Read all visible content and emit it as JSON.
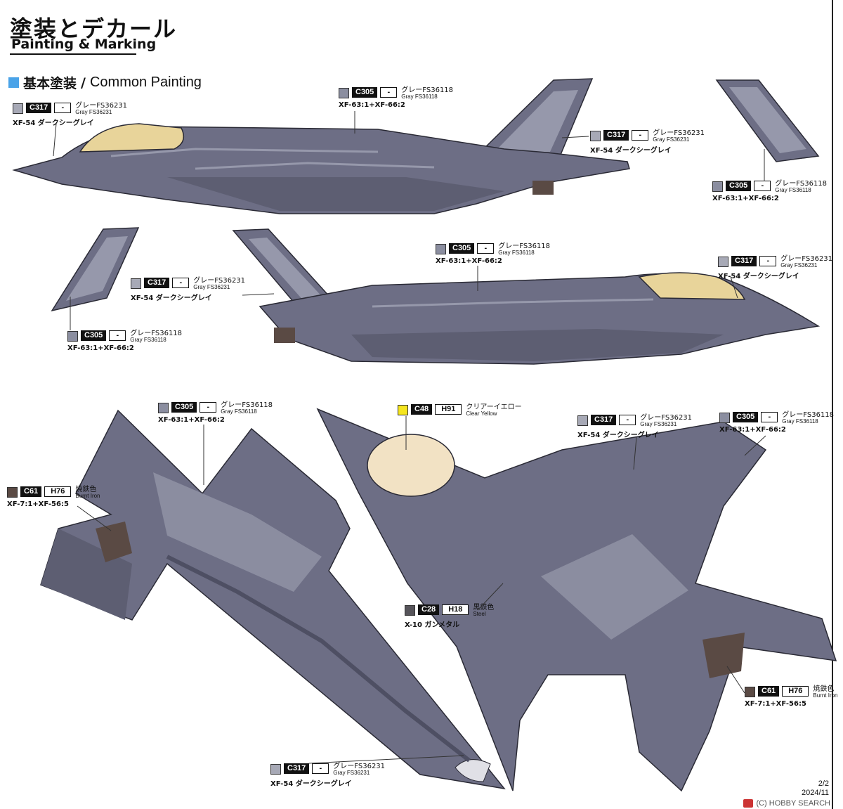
{
  "header": {
    "title_jp": "塗装とデカール",
    "title_en": "Painting & Marking"
  },
  "section": {
    "title_jp": "基本塗装",
    "separator": "/",
    "title_en": "Common Painting",
    "accent_color": "#4aa3e8"
  },
  "paints": {
    "gray36231": {
      "code": "C317",
      "hcode": "-",
      "jp": "グレーFS36231",
      "en": "Gray FS36231",
      "mix": "XF-54 ダークシーグレイ",
      "chip": "#a7a9b6"
    },
    "gray36118": {
      "code": "C305",
      "hcode": "-",
      "jp": "グレーFS36118",
      "en": "Gray FS36118",
      "mix": "XF-63:1+XF-66:2",
      "chip": "#8b8ea0"
    },
    "burnt": {
      "code": "C61",
      "hcode": "H76",
      "jp": "焼鉄色",
      "en": "Burnt Iron",
      "mix": "XF-7:1+XF-56:5",
      "chip": "#5a4a44"
    },
    "yellow": {
      "code": "C48",
      "hcode": "H91",
      "jp": "クリアーイエロー",
      "en": "Clear Yellow",
      "mix": "",
      "chip": "#f5e51e"
    },
    "steel": {
      "code": "C28",
      "hcode": "H18",
      "jp": "黒鉄色",
      "en": "Steel",
      "mix": "X-10 ガンメタル",
      "chip": "#56545a"
    }
  },
  "footer": {
    "page": "2/2",
    "date": "2024/11"
  },
  "watermark": {
    "text": "(C) HOBBY SEARCH"
  },
  "colors": {
    "airframe": "#6d6e85",
    "airframe_light": "#9698ab",
    "airframe_dark": "#4e4f63",
    "canopy": "#e8d49a",
    "canopy_bottom": "#f2e2c4"
  }
}
